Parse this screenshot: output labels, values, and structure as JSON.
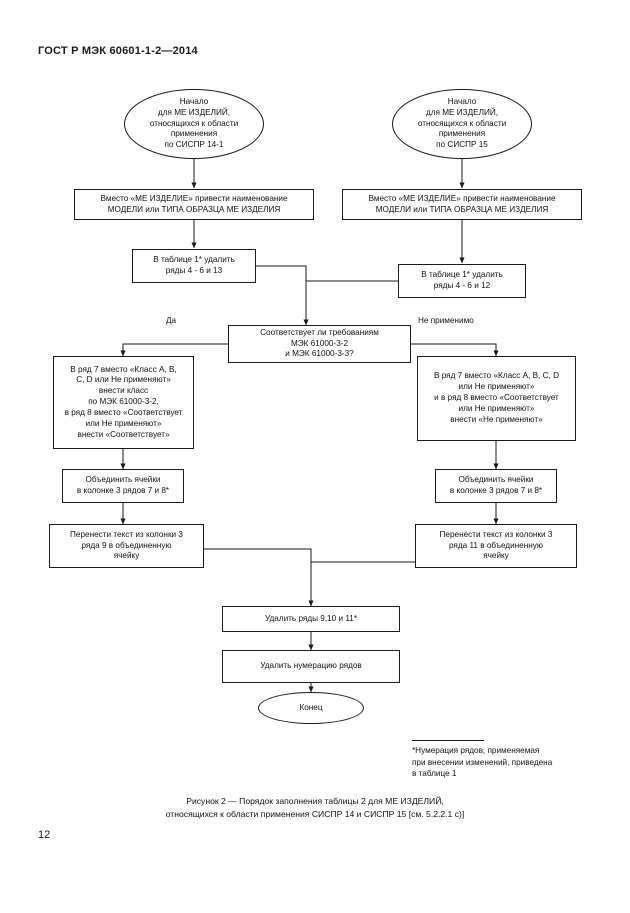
{
  "document": {
    "header": "ГОСТ Р МЭК 60601-1-2—2014",
    "page_number": "12"
  },
  "figure": {
    "caption": "Рисунок 2 — Порядок заполнения таблицы 2 для МЕ ИЗДЕЛИЙ,\nотносящихся к области применения  СИСПР 14  и СИСПР 15 [см. 5.2.2.1 с)]",
    "footnote": "*Нумерация рядов, применяемая\nпри внесении изменений, приведена\nв таблице 1"
  },
  "flowchart": {
    "type": "flowchart",
    "line_color": "#1a1a1a",
    "fill_color": "#ffffff",
    "nodes": {
      "start_left": {
        "shape": "oval",
        "text": "Начало\nдля МЕ ИЗДЕЛИЙ,\nотносящихся к области\nприменения\nпо СИСПР 14-1"
      },
      "start_right": {
        "shape": "oval",
        "text": "Начало\nдля МЕ ИЗДЕЛИЙ,\nотносящихся к области\nприменения\nпо СИСПР 15"
      },
      "replace_left": {
        "shape": "rect",
        "text": "Вместо «МЕ ИЗДЕЛИЕ» привести наименование\nМОДЕЛИ или ТИПА ОБРАЗЦА МЕ ИЗДЕЛИЯ"
      },
      "replace_right": {
        "shape": "rect",
        "text": "Вместо «МЕ ИЗДЕЛИЕ» привести наименование\nМОДЕЛИ или ТИПА ОБРАЗЦА МЕ ИЗДЕЛИЯ"
      },
      "delete_rows_left": {
        "shape": "rect",
        "text": "В таблице 1* удалить\nряды 4 - 6 и 13"
      },
      "delete_rows_right": {
        "shape": "rect",
        "text": "В таблице 1* удалить\nряды 4 - 6 и 12"
      },
      "decision": {
        "shape": "rect",
        "text": "Соответствует ли требованиям\nМЭК 61000-3-2\nи МЭК 61000-3-3?"
      },
      "branch_yes": {
        "shape": "rect",
        "text": "В ряд 7 вместо «Класс А, В,\nС, D или Не применяют»\nвнести класс\nпо МЭК 61000-3-2,\nв ряд 8 вместо «Соответствует\nили Не применяют»\nвнести «Соответствует»"
      },
      "branch_na": {
        "shape": "rect",
        "text": "В ряд 7 вместо «Класс А, В, С, D\nили Не применяют»\nи в ряд 8 вместо «Соответствует\nили Не применяют»\nвнести «Не применяют»"
      },
      "merge_left": {
        "shape": "rect",
        "text": "Объединить ячейки\nв колонке 3 рядов 7 и 8*"
      },
      "merge_right": {
        "shape": "rect",
        "text": "Объединить ячейки\nв колонке 3 рядов 7 и 8*"
      },
      "move_text_left": {
        "shape": "rect",
        "text": "Перенести текст из колонки 3\nряда 9 в объединенную\nячейку"
      },
      "move_text_right": {
        "shape": "rect",
        "text": "Перенести текст из колонки 3\nряда 11 в объединенную\nячейку"
      },
      "delete_rows_final": {
        "shape": "rect",
        "text": "Удалить ряды 9,10 и 11*"
      },
      "delete_numbering": {
        "shape": "rect",
        "text": "Удалить нумерацию рядов"
      },
      "end": {
        "shape": "oval",
        "text": "Конец"
      }
    },
    "edge_labels": {
      "yes": "Да",
      "not_applicable": "Не применимо"
    }
  }
}
